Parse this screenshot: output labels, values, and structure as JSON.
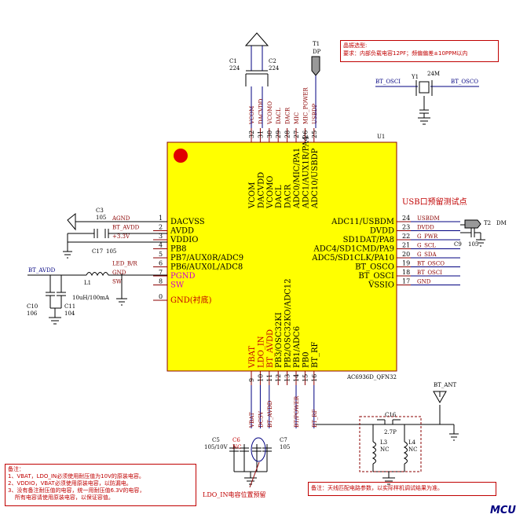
{
  "chip": {
    "ref": "U1",
    "part": "AC6936D_QFN32",
    "top_pins": [
      {
        "num": "32",
        "name": "VCOM",
        "net": "VCOM"
      },
      {
        "num": "31",
        "name": "DACVDD",
        "net": "DACVDD"
      },
      {
        "num": "30",
        "name": "VCOMO",
        "net": "VCOMO"
      },
      {
        "num": "29",
        "name": "DACL",
        "net": "DACL"
      },
      {
        "num": "28",
        "name": "DACR",
        "net": "DACR"
      },
      {
        "num": "27",
        "name": "ADC0/MIC/PA1",
        "net": "MIC"
      },
      {
        "num": "26",
        "name": "ADC1/AUX1R/PA4",
        "net": "MIC_POWER"
      },
      {
        "num": "25",
        "name": "ADC10/USBDP",
        "net": "USBDP"
      }
    ],
    "left_pins": [
      {
        "num": "1",
        "name": "DACVSS",
        "net": "AGND"
      },
      {
        "num": "2",
        "name": "AVDD",
        "net": "BT_AVDD"
      },
      {
        "num": "3",
        "name": "VDDIO",
        "net": "+3.3V"
      },
      {
        "num": "4",
        "name": "PB8",
        "net": ""
      },
      {
        "num": "5",
        "name": "PB7/AUX0R/ADC9",
        "net": ""
      },
      {
        "num": "6",
        "name": "PB6/AUX0L/ADC8",
        "net": "LED_B/R"
      },
      {
        "num": "7",
        "name": "PGND",
        "net": "GND"
      },
      {
        "num": "8",
        "name": "SW",
        "net": "SW"
      },
      {
        "num": "0",
        "name": "GND(衬底)",
        "net": ""
      }
    ],
    "right_pins": [
      {
        "num": "24",
        "name": "ADC11/USBDM",
        "net": "USBDM"
      },
      {
        "num": "23",
        "name": "DVDD",
        "net": "DVDD"
      },
      {
        "num": "22",
        "name": "SD1DAT/PA8",
        "net": "G_PWR"
      },
      {
        "num": "21",
        "name": "ADC4/SD1CMD/PA9",
        "net": "G_SCL"
      },
      {
        "num": "20",
        "name": "ADC5/SD1CLK/PA10",
        "net": "G_SDA"
      },
      {
        "num": "19",
        "name": "BT_OSCO",
        "net": "BT_OSCO"
      },
      {
        "num": "18",
        "name": "BT_OSCI",
        "net": "BT_OSCI"
      },
      {
        "num": "17",
        "name": "VSSIO",
        "net": "GND"
      }
    ],
    "bottom_pins": [
      {
        "num": "9",
        "name": "VBAT",
        "net": "VBAT"
      },
      {
        "num": "10",
        "name": "LDO_IN",
        "net": "DCSV"
      },
      {
        "num": "11",
        "name": "BT_AVDD",
        "net": "BT_AVDD"
      },
      {
        "num": "12",
        "name": "PB3/OSC32KI",
        "net": ""
      },
      {
        "num": "13",
        "name": "PB2/OSC32KO/ADC12",
        "net": ""
      },
      {
        "num": "14",
        "name": "PB1/ADC6",
        "net": "BT/POWER"
      },
      {
        "num": "15",
        "name": "PB0",
        "net": ""
      },
      {
        "num": "16",
        "name": "BT_RF",
        "net": "BT_RF"
      }
    ]
  },
  "components": {
    "c1": {
      "ref": "C1",
      "value": "224"
    },
    "c2": {
      "ref": "C2",
      "value": "224"
    },
    "c3": {
      "ref": "C3",
      "value": "105"
    },
    "c17": {
      "ref": "C17",
      "value": "105"
    },
    "c9": {
      "ref": "C9",
      "value": "105"
    },
    "c10": {
      "ref": "C10",
      "value": "106"
    },
    "c11": {
      "ref": "C11",
      "value": "104"
    },
    "l1": {
      "ref": "L1",
      "value": "10uH/100mA"
    },
    "c5": {
      "ref": "C5",
      "value": "105/10V"
    },
    "c6": {
      "ref": "C6",
      "value": "NC"
    },
    "c7": {
      "ref": "C7",
      "value": "105"
    },
    "c16": {
      "ref": "C16",
      "value": "2.7P"
    },
    "l3": {
      "ref": "L3",
      "value": "NC"
    },
    "l4": {
      "ref": "L4",
      "value": "NC"
    },
    "y1": {
      "ref": "Y1",
      "value": "24M"
    },
    "t1": {
      "ref": "T1",
      "label": "DP"
    },
    "t2": {
      "ref": "T2",
      "label": "DM"
    }
  },
  "nets": {
    "bt_avdd": "BT_AVDD",
    "bt_osci": "BT_OSCI",
    "bt_osco": "BT_OSCO",
    "bt_ant": "BT_ANT"
  },
  "labels": {
    "usb_test": "USB口预留测试点",
    "ldo_note": "LDO_IN电容位置预留",
    "rf_note": "备注：天线匹配电路参数，以实际样机调试结果为准。",
    "crystal_title": "晶振选型:",
    "crystal_req": "要求：内部负载电容12PF；频偏偏差±10PPM以内",
    "notes_title": "备注：",
    "note1": "1、VBAT，LDO_IN必须使用耐压值为10V的原装电容。",
    "note2": "2、VDDIO，VBAT必须使用原装电容，以防漏电。",
    "note3": "3、没有备注耐压值的电容，统一用耐压值6.3V的电容，",
    "note3b": "    所有电容请使用原装电容，以保证容值。",
    "sheet_title": "MCU"
  }
}
